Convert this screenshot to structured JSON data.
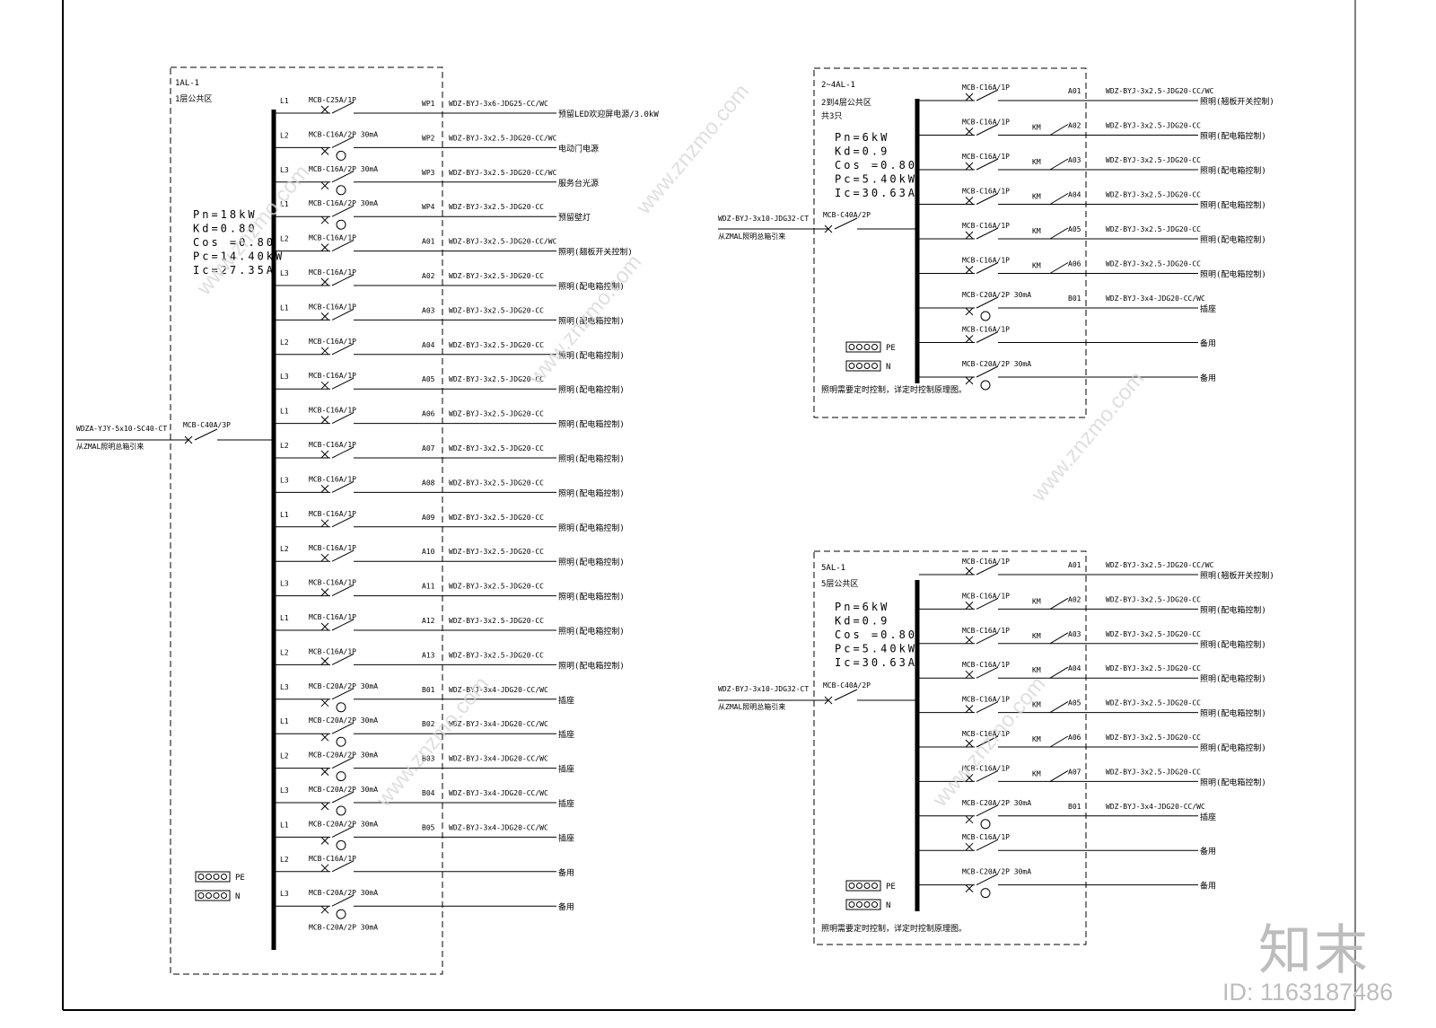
{
  "panels": [
    {
      "id": "1AL-1",
      "name": "1AL-1",
      "area": "1层公共区",
      "count": "",
      "params": [
        "Pn=18kW",
        "Kd=0.80",
        "Cos =0.80",
        "Pc=14.40kW",
        "Ic=27.35A"
      ],
      "incoming": {
        "cable": "WDZA-YJY-5x10-SC40-CT",
        "source": "从ZMAL照明总箱引来",
        "breaker": "MCB-C40A/3P"
      },
      "note": "",
      "circuits": [
        {
          "phase": "L1",
          "breaker": "MCB-C25A/1P",
          "type": "mcb",
          "km": "",
          "no": "WP1",
          "cable": "WDZ-BYJ-3x6-JDG25-CC/WC",
          "load": "预留LED欢迎屏电源/3.0kW"
        },
        {
          "phase": "L2",
          "breaker": "MCB-C16A/2P 30mA",
          "type": "rcd",
          "km": "",
          "no": "WP2",
          "cable": "WDZ-BYJ-3x2.5-JDG20-CC/WC",
          "load": "电动门电源"
        },
        {
          "phase": "L3",
          "breaker": "MCB-C16A/2P 30mA",
          "type": "rcd",
          "km": "",
          "no": "WP3",
          "cable": "WDZ-BYJ-3x2.5-JDG20-CC/WC",
          "load": "服务台光源"
        },
        {
          "phase": "L1",
          "breaker": "MCB-C16A/2P 30mA",
          "type": "rcd",
          "km": "",
          "no": "WP4",
          "cable": "WDZ-BYJ-3x2.5-JDG20-CC",
          "load": "预留壁灯"
        },
        {
          "phase": "L2",
          "breaker": "MCB-C16A/1P",
          "type": "mcb",
          "km": "",
          "no": "A01",
          "cable": "WDZ-BYJ-3x2.5-JDG20-CC/WC",
          "load": "照明(翘板开关控制)"
        },
        {
          "phase": "L3",
          "breaker": "MCB-C16A/1P",
          "type": "mcb",
          "km": "",
          "no": "A02",
          "cable": "WDZ-BYJ-3x2.5-JDG20-CC",
          "load": "照明(配电箱控制)"
        },
        {
          "phase": "L1",
          "breaker": "MCB-C16A/1P",
          "type": "mcb",
          "km": "",
          "no": "A03",
          "cable": "WDZ-BYJ-3x2.5-JDG20-CC",
          "load": "照明(配电箱控制)"
        },
        {
          "phase": "L2",
          "breaker": "MCB-C16A/1P",
          "type": "mcb",
          "km": "",
          "no": "A04",
          "cable": "WDZ-BYJ-3x2.5-JDG20-CC",
          "load": "照明(配电箱控制)"
        },
        {
          "phase": "L3",
          "breaker": "MCB-C16A/1P",
          "type": "mcb",
          "km": "",
          "no": "A05",
          "cable": "WDZ-BYJ-3x2.5-JDG20-CC",
          "load": "照明(配电箱控制)"
        },
        {
          "phase": "L1",
          "breaker": "MCB-C16A/1P",
          "type": "mcb",
          "km": "",
          "no": "A06",
          "cable": "WDZ-BYJ-3x2.5-JDG20-CC",
          "load": "照明(配电箱控制)"
        },
        {
          "phase": "L2",
          "breaker": "MCB-C16A/1P",
          "type": "mcb",
          "km": "",
          "no": "A07",
          "cable": "WDZ-BYJ-3x2.5-JDG20-CC",
          "load": "照明(配电箱控制)"
        },
        {
          "phase": "L3",
          "breaker": "MCB-C16A/1P",
          "type": "mcb",
          "km": "",
          "no": "A08",
          "cable": "WDZ-BYJ-3x2.5-JDG20-CC",
          "load": "照明(配电箱控制)"
        },
        {
          "phase": "L1",
          "breaker": "MCB-C16A/1P",
          "type": "mcb",
          "km": "",
          "no": "A09",
          "cable": "WDZ-BYJ-3x2.5-JDG20-CC",
          "load": "照明(配电箱控制)"
        },
        {
          "phase": "L2",
          "breaker": "MCB-C16A/1P",
          "type": "mcb",
          "km": "",
          "no": "A10",
          "cable": "WDZ-BYJ-3x2.5-JDG20-CC",
          "load": "照明(配电箱控制)"
        },
        {
          "phase": "L3",
          "breaker": "MCB-C16A/1P",
          "type": "mcb",
          "km": "",
          "no": "A11",
          "cable": "WDZ-BYJ-3x2.5-JDG20-CC",
          "load": "照明(配电箱控制)"
        },
        {
          "phase": "L1",
          "breaker": "MCB-C16A/1P",
          "type": "mcb",
          "km": "",
          "no": "A12",
          "cable": "WDZ-BYJ-3x2.5-JDG20-CC",
          "load": "照明(配电箱控制)"
        },
        {
          "phase": "L2",
          "breaker": "MCB-C16A/1P",
          "type": "mcb",
          "km": "",
          "no": "A13",
          "cable": "WDZ-BYJ-3x2.5-JDG20-CC",
          "load": "照明(配电箱控制)"
        },
        {
          "phase": "L3",
          "breaker": "MCB-C20A/2P 30mA",
          "type": "rcd",
          "km": "",
          "no": "B01",
          "cable": "WDZ-BYJ-3x4-JDG20-CC/WC",
          "load": "插座"
        },
        {
          "phase": "L1",
          "breaker": "MCB-C20A/2P 30mA",
          "type": "rcd",
          "km": "",
          "no": "B02",
          "cable": "WDZ-BYJ-3x4-JDG20-CC/WC",
          "load": "插座"
        },
        {
          "phase": "L2",
          "breaker": "MCB-C20A/2P 30mA",
          "type": "rcd",
          "km": "",
          "no": "B03",
          "cable": "WDZ-BYJ-3x4-JDG20-CC/WC",
          "load": "插座"
        },
        {
          "phase": "L3",
          "breaker": "MCB-C20A/2P 30mA",
          "type": "rcd",
          "km": "",
          "no": "B04",
          "cable": "WDZ-BYJ-3x4-JDG20-CC/WC",
          "load": "插座"
        },
        {
          "phase": "L1",
          "breaker": "MCB-C20A/2P 30mA",
          "type": "rcd",
          "km": "",
          "no": "B05",
          "cable": "WDZ-BYJ-3x4-JDG20-CC/WC",
          "load": "插座"
        },
        {
          "phase": "L2",
          "breaker": "MCB-C16A/1P",
          "type": "mcb",
          "km": "",
          "no": "",
          "cable": "",
          "load": "备用"
        },
        {
          "phase": "L3",
          "breaker": "MCB-C20A/2P 30mA",
          "type": "rcd",
          "km": "",
          "no": "",
          "cable": "",
          "load": "备用"
        },
        {
          "phase": "",
          "breaker": "MCB-C20A/2P 30mA",
          "type": "label",
          "km": "",
          "no": "",
          "cable": "",
          "load": ""
        }
      ]
    },
    {
      "id": "2-4AL-1",
      "name": "2~4AL-1",
      "area": "2到4层公共区",
      "count": "共3只",
      "params": [
        "Pn=6kW",
        "Kd=0.9",
        "Cos =0.80",
        "Pc=5.40kW",
        "Ic=30.63A"
      ],
      "incoming": {
        "cable": "WDZ-BYJ-3x10-JDG32-CT",
        "source": "从ZMAL照明总箱引来",
        "breaker": "MCB-C40A/2P"
      },
      "note": "照明需要定时控制，详定时控制原理图。",
      "circuits": [
        {
          "phase": "",
          "breaker": "MCB-C16A/1P",
          "type": "mcb",
          "km": "",
          "no": "A01",
          "cable": "WDZ-BYJ-3x2.5-JDG20-CC/WC",
          "load": "照明(翘板开关控制)"
        },
        {
          "phase": "",
          "breaker": "MCB-C16A/1P",
          "type": "mcb",
          "km": "KM",
          "no": "A02",
          "cable": "WDZ-BYJ-3x2.5-JDG20-CC",
          "load": "照明(配电箱控制)"
        },
        {
          "phase": "",
          "breaker": "MCB-C16A/1P",
          "type": "mcb",
          "km": "KM",
          "no": "A03",
          "cable": "WDZ-BYJ-3x2.5-JDG20-CC",
          "load": "照明(配电箱控制)"
        },
        {
          "phase": "",
          "breaker": "MCB-C16A/1P",
          "type": "mcb",
          "km": "KM",
          "no": "A04",
          "cable": "WDZ-BYJ-3x2.5-JDG20-CC",
          "load": "照明(配电箱控制)"
        },
        {
          "phase": "",
          "breaker": "MCB-C16A/1P",
          "type": "mcb",
          "km": "KM",
          "no": "A05",
          "cable": "WDZ-BYJ-3x2.5-JDG20-CC",
          "load": "照明(配电箱控制)"
        },
        {
          "phase": "",
          "breaker": "MCB-C16A/1P",
          "type": "mcb",
          "km": "KM",
          "no": "A06",
          "cable": "WDZ-BYJ-3x2.5-JDG20-CC",
          "load": "照明(配电箱控制)"
        },
        {
          "phase": "",
          "breaker": "MCB-C20A/2P 30mA",
          "type": "rcd",
          "km": "",
          "no": "B01",
          "cable": "WDZ-BYJ-3x4-JDG20-CC/WC",
          "load": "插座"
        },
        {
          "phase": "",
          "breaker": "MCB-C16A/1P",
          "type": "mcb",
          "km": "",
          "no": "",
          "cable": "",
          "load": "备用"
        },
        {
          "phase": "",
          "breaker": "MCB-C20A/2P 30mA",
          "type": "rcd",
          "km": "",
          "no": "",
          "cable": "",
          "load": "备用"
        }
      ]
    },
    {
      "id": "5AL-1",
      "name": "5AL-1",
      "area": "5层公共区",
      "count": "",
      "params": [
        "Pn=6kW",
        "Kd=0.9",
        "Cos =0.80",
        "Pc=5.40kW",
        "Ic=30.63A"
      ],
      "incoming": {
        "cable": "WDZ-BYJ-3x10-JDG32-CT",
        "source": "从ZMAL照明总箱引来",
        "breaker": "MCB-C40A/2P"
      },
      "note": "照明需要定时控制，详定时控制原理图。",
      "circuits": [
        {
          "phase": "",
          "breaker": "MCB-C16A/1P",
          "type": "mcb",
          "km": "",
          "no": "A01",
          "cable": "WDZ-BYJ-3x2.5-JDG20-CC/WC",
          "load": "照明(翘板开关控制)"
        },
        {
          "phase": "",
          "breaker": "MCB-C16A/1P",
          "type": "mcb",
          "km": "KM",
          "no": "A02",
          "cable": "WDZ-BYJ-3x2.5-JDG20-CC",
          "load": "照明(配电箱控制)"
        },
        {
          "phase": "",
          "breaker": "MCB-C16A/1P",
          "type": "mcb",
          "km": "KM",
          "no": "A03",
          "cable": "WDZ-BYJ-3x2.5-JDG20-CC",
          "load": "照明(配电箱控制)"
        },
        {
          "phase": "",
          "breaker": "MCB-C16A/1P",
          "type": "mcb",
          "km": "KM",
          "no": "A04",
          "cable": "WDZ-BYJ-3x2.5-JDG20-CC",
          "load": "照明(配电箱控制)"
        },
        {
          "phase": "",
          "breaker": "MCB-C16A/1P",
          "type": "mcb",
          "km": "KM",
          "no": "A05",
          "cable": "WDZ-BYJ-3x2.5-JDG20-CC",
          "load": "照明(配电箱控制)"
        },
        {
          "phase": "",
          "breaker": "MCB-C16A/1P",
          "type": "mcb",
          "km": "KM",
          "no": "A06",
          "cable": "WDZ-BYJ-3x2.5-JDG20-CC",
          "load": "照明(配电箱控制)"
        },
        {
          "phase": "",
          "breaker": "MCB-C16A/1P",
          "type": "mcb",
          "km": "KM",
          "no": "A07",
          "cable": "WDZ-BYJ-3x2.5-JDG20-CC",
          "load": "照明(配电箱控制)"
        },
        {
          "phase": "",
          "breaker": "MCB-C20A/2P 30mA",
          "type": "rcd",
          "km": "",
          "no": "B01",
          "cable": "WDZ-BYJ-3x4-JDG20-CC/WC",
          "load": "插座"
        },
        {
          "phase": "",
          "breaker": "MCB-C16A/1P",
          "type": "mcb",
          "km": "",
          "no": "",
          "cable": "",
          "load": "备用"
        },
        {
          "phase": "",
          "breaker": "MCB-C20A/2P 30mA",
          "type": "rcd",
          "km": "",
          "no": "",
          "cable": "",
          "load": "备用"
        }
      ]
    }
  ],
  "legend": {
    "pe": "PE",
    "n": "N"
  },
  "watermark": {
    "logo": "知末",
    "id": "ID: 1163187486",
    "site": "www.znzmo.com"
  }
}
